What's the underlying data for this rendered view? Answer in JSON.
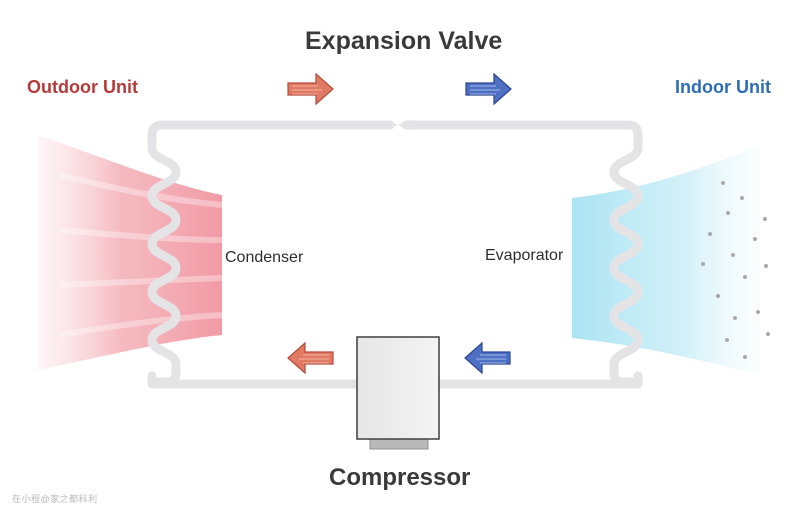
{
  "title": "Expansion Valve",
  "outdoor_label": "Outdoor Unit",
  "indoor_label": "Indoor Unit",
  "condenser_label": "Condenser",
  "evaporator_label": "Evaporator",
  "compressor_label": "Compressor",
  "watermark": "在小程@家之都科利",
  "colors": {
    "outdoor": "#b73a3a",
    "indoor": "#2f6db3",
    "warm_arrow": "#d9654f",
    "cool_arrow": "#3f63b8",
    "warm_air": "#f2a3ac",
    "cool_air": "#a6e2f2",
    "pipe": "#e4e4e6",
    "text": "#3a3a3a"
  }
}
